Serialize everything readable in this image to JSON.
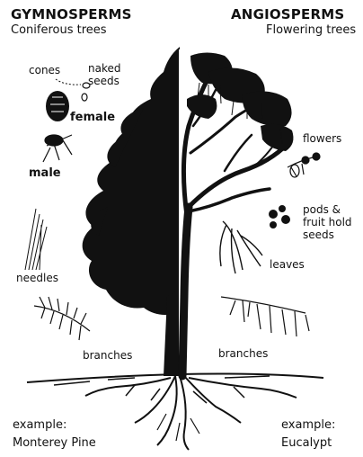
{
  "gymno": {
    "title": "GYMNOSPERMS",
    "subtitle": "Coniferous trees",
    "labels": {
      "cones": "cones",
      "naked_seeds_1": "naked",
      "naked_seeds_2": "seeds",
      "female": "female",
      "male": "male",
      "needles": "needles",
      "branches": "branches"
    },
    "example_label": "example:",
    "example_name": "Monterey Pine"
  },
  "angio": {
    "title": "ANGIOSPERMS",
    "subtitle": "Flowering trees",
    "labels": {
      "flowers": "flowers",
      "pods_1": "pods &",
      "pods_2": "fruit hold",
      "pods_3": "seeds",
      "leaves": "leaves",
      "branches": "branches"
    },
    "example_label": "example:",
    "example_name": "Eucalypt"
  },
  "colors": {
    "ink": "#111111",
    "background": "#ffffff"
  }
}
